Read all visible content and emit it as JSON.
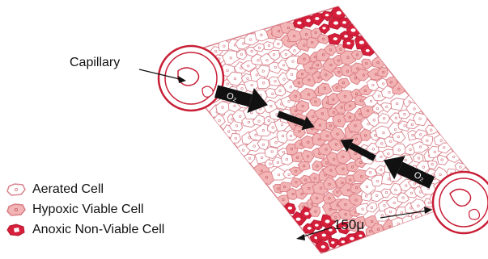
{
  "labels": {
    "capillary": "Capillary",
    "distance": "150μ",
    "oxygen_arrow_1": "O₂",
    "oxygen_arrow_2": "O₂"
  },
  "legend": [
    {
      "label": "Aerated Cell",
      "cell_type": "aerated"
    },
    {
      "label": "Hypoxic Viable Cell",
      "cell_type": "hypoxic"
    },
    {
      "label": "Anoxic Non-Viable Cell",
      "cell_type": "anoxic"
    }
  ],
  "colors": {
    "aerated_fill": "#ffffff",
    "aerated_stroke": "#d9848e",
    "hypoxic_fill": "#f2b4b4",
    "hypoxic_stroke": "#d97c84",
    "anoxic_fill": "#d61f3a",
    "capillary_stroke": "#c81e36",
    "arrow": "#111111"
  },
  "icons": [
    "aerated-cell-icon",
    "hypoxic-cell-icon",
    "anoxic-cell-icon",
    "oxygen-arrow-icon"
  ]
}
